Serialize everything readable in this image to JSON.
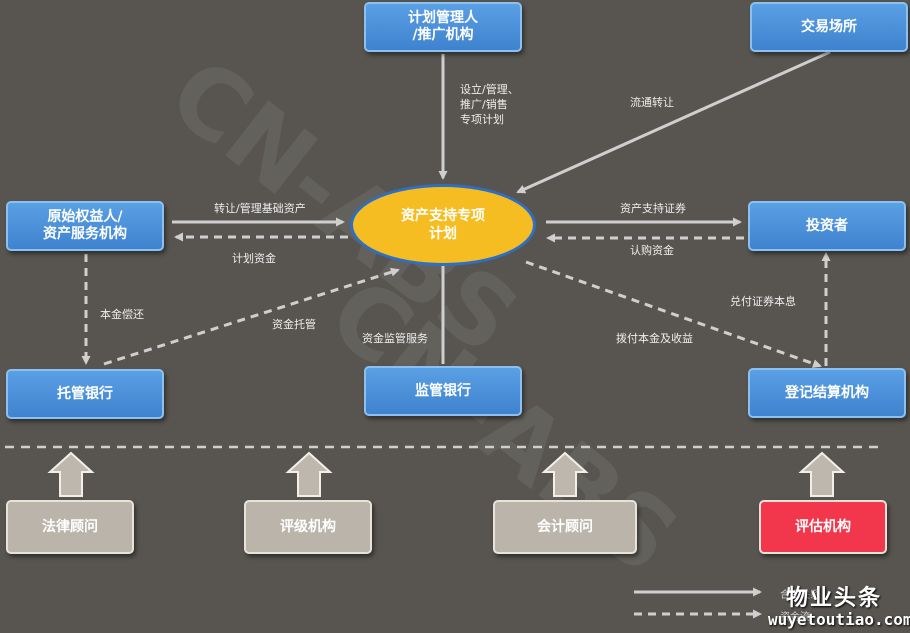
{
  "watermark": "CN-ABS",
  "nodes": {
    "plan_manager": "计划管理人\n/推广机构",
    "exchange": "交易场所",
    "originator": "原始权益人/\n资产服务机构",
    "spv": "资产支持专项\n计划",
    "investor": "投资者",
    "custodian_bank": "托管银行",
    "supervisory_bank": "监管银行",
    "registrar": "登记结算机构",
    "legal_counsel": "法律顾问",
    "rating_agency": "评级机构",
    "accountant": "会计顾问",
    "valuation_agency": "评估机构"
  },
  "edges": {
    "setup_manage": "设立/管理、\n推广/销售\n专项计划",
    "circulation_transfer": "流通转让",
    "transfer_assets": "转让/管理基础资产",
    "plan_funds": "计划资金",
    "abs_securities": "资产支持证券",
    "subscription_funds": "认购资金",
    "principal_repay": "本金偿还",
    "custody": "资金托管",
    "fund_supervision": "资金监管服务",
    "payout": "拨付本金及收益",
    "redeem": "兑付证券本息"
  },
  "legend": {
    "solid": "合同关系",
    "dashed": "资金流"
  },
  "branding": {
    "name": "物业头条",
    "url": "wuyetoutiao.com"
  },
  "colors": {
    "background": "#585550",
    "node_blue": "#4a8fd9",
    "node_gray": "#bbb4aa",
    "node_red": "#f2374d",
    "center_fill": "#f6bd22",
    "arrow": "#cfcfcf"
  }
}
